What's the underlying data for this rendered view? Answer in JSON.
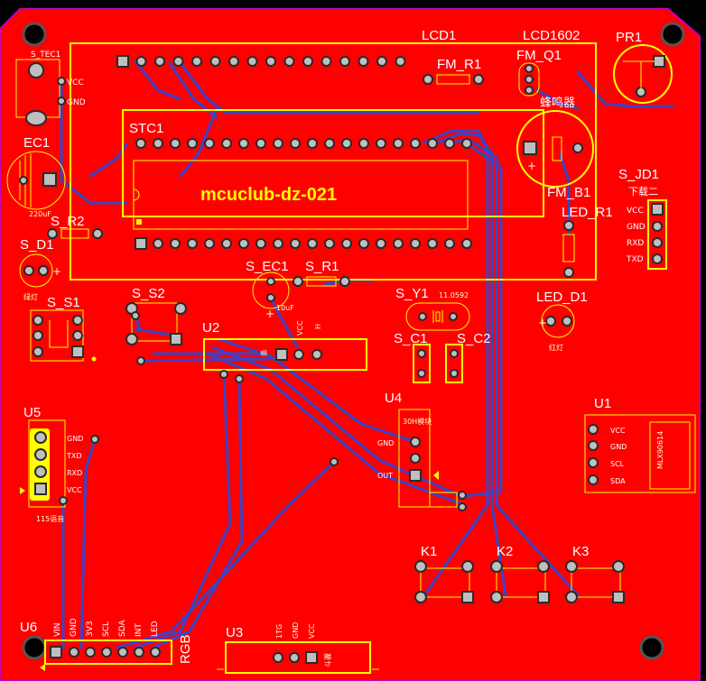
{
  "board": {
    "text": "mcuclub-dz-021",
    "colors": {
      "copper": "#ff0000",
      "silk": "#ffff00",
      "trace": "#3a44c8",
      "outline": "#c000c0",
      "background": "#000000"
    }
  },
  "labels": {
    "lcd1": "LCD1",
    "lcd1602": "LCD1602",
    "pr1": "PR1",
    "stec1": "S_TEC1",
    "fm_r1": "FM_R1",
    "fm_q1": "FM_Q1",
    "buzzer": "蜂鸣器",
    "stc1": "STC1",
    "ec1": "EC1",
    "ec1_val": "220uF",
    "s_r2": "S_R2",
    "s_d1": "S_D1",
    "s_d1_sub": "绿灯",
    "fm_b1": "FM_B1",
    "s_jd1": "S_JD1",
    "s_jd1_sub": "下载二",
    "led_r1": "LED_R1",
    "led_d1": "LED_D1",
    "led_d1_sub": "红灯",
    "s_ec1": "S_EC1",
    "s_ec1_val": "10uF",
    "s_r1": "S_R1",
    "s_s1": "S_S1",
    "s_s2": "S_S2",
    "u2": "U2",
    "s_y1": "S_Y1",
    "s_y1_val": "11.0592",
    "s_c1": "S_C1",
    "s_c2": "S_C2",
    "u4": "U4",
    "u4_sub": "30H模块",
    "u1": "U1",
    "u1_chip": "MLX90614",
    "u5": "U5",
    "u5_sub": "115语音",
    "k1": "K1",
    "k2": "K2",
    "k3": "K3",
    "u6": "U6",
    "rgb": "RGB",
    "u3": "U3",
    "u3_sub": "斗骤"
  },
  "pins": {
    "stec1": [
      "VCC",
      "GND"
    ],
    "jd1": [
      "VCC",
      "GND",
      "RXD",
      "TXD"
    ],
    "u5": [
      "GND",
      "TXD",
      "RXD",
      "VCC"
    ],
    "u4": [
      "GND",
      "OUT"
    ],
    "u1": [
      "VCC",
      "GND",
      "SCL",
      "SDA"
    ],
    "u6": [
      "VIN",
      "GND",
      "3V3",
      "SCL",
      "SDA",
      "INT",
      "LED"
    ],
    "u3": [
      "1TG",
      "GND",
      "VCC"
    ],
    "u2": [
      "条",
      "VCC",
      "H"
    ]
  }
}
